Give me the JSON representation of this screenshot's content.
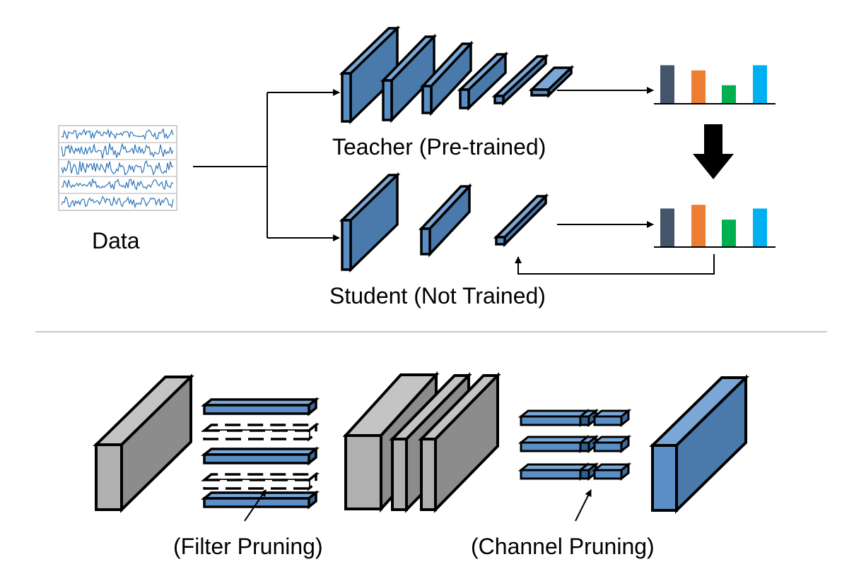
{
  "labels": {
    "data": "Data",
    "teacher": "Teacher (Pre-trained)",
    "student": "Student (Not Trained)",
    "filter_pruning": "(Filter Pruning)",
    "channel_pruning": "(Channel Pruning)"
  },
  "colors": {
    "layer_blue": "#4a7aac",
    "layer_blue_dark": "#3e6a98",
    "layer_blue_light": "#7aa7d6",
    "layer_blue_front": "#5b8ec6",
    "gray_front": "#b0b0b0",
    "gray_side": "#8c8c8c",
    "gray_top": "#c4c4c4",
    "divider": "#c9c9c9",
    "signal": "#2e75b6"
  },
  "output_bars": {
    "colors": [
      "#44546a",
      "#ed7d31",
      "#00b050",
      "#00b0f0"
    ],
    "teacher_heights": [
      0.52,
      0.45,
      0.25,
      0.52
    ],
    "student_heights": [
      0.52,
      0.57,
      0.37,
      0.52
    ]
  }
}
